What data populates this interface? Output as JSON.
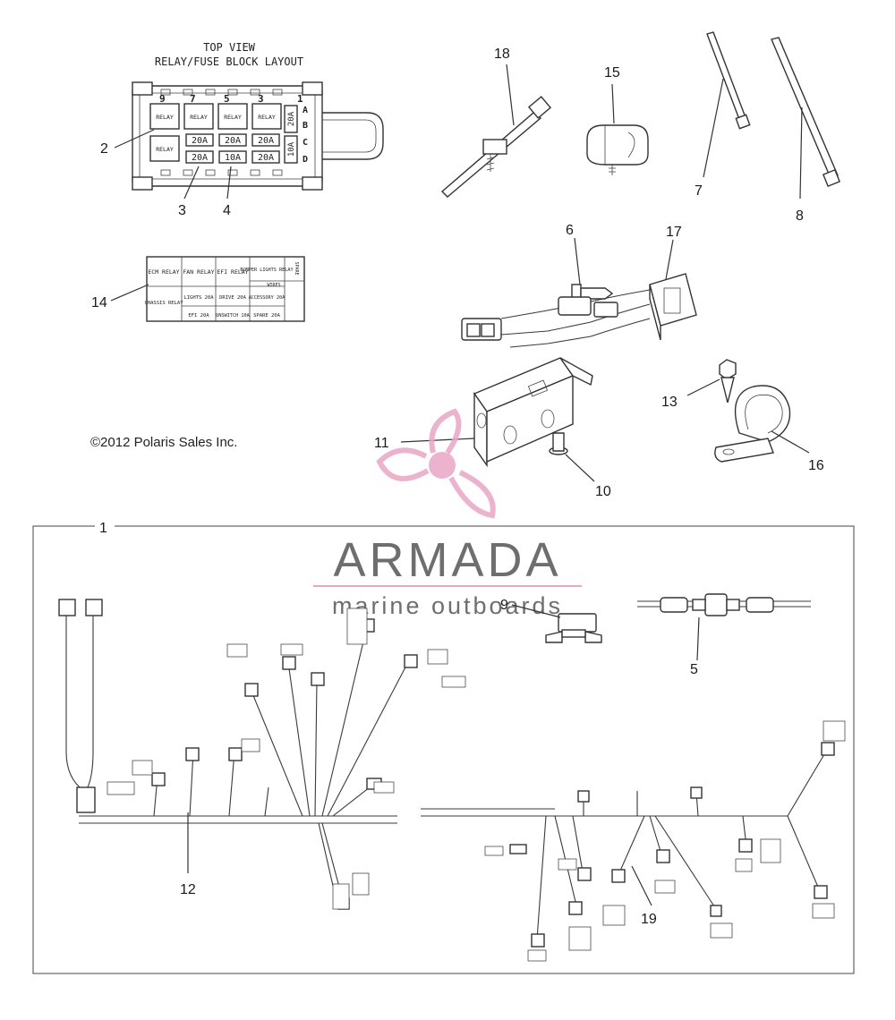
{
  "relay_block": {
    "title_line1": "TOP VIEW",
    "title_line2": "RELAY/FUSE BLOCK LAYOUT",
    "top_numbers": [
      "9",
      "7",
      "5",
      "3",
      "1"
    ],
    "side_letters": [
      "A",
      "B",
      "C",
      "D"
    ],
    "relay_label": "RELAY",
    "fuses_row1": [
      "20A",
      "20A",
      "20A"
    ],
    "fuses_row2": [
      "20A",
      "10A",
      "20A"
    ],
    "side_fuses": [
      "20A",
      "10A"
    ]
  },
  "legend_table": {
    "headers": [
      "ECM RELAY",
      "FAN RELAY",
      "EFI RELAY",
      "BUMPER LIGHTS RELAY"
    ],
    "row_a": [
      "CHASSIS RELAY",
      "LIGHTS 20A",
      "DRIVE 20A",
      "ACCESSORY 20A"
    ],
    "row_b": [
      "",
      "EFI 20A",
      "UNSWITCH 10A",
      "SPARE 20A"
    ],
    "wires_label": "WIRES",
    "side_label": "SPARE"
  },
  "callouts": {
    "c1": "1",
    "c2": "2",
    "c3": "3",
    "c4": "4",
    "c5": "5",
    "c6": "6",
    "c7": "7",
    "c8": "8",
    "c9": "9",
    "c10": "10",
    "c11": "11",
    "c12": "12",
    "c13": "13",
    "c14": "14",
    "c15": "15",
    "c16": "16",
    "c17": "17",
    "c18": "18",
    "c19": "19"
  },
  "copyright": "©2012 Polaris Sales Inc.",
  "watermark": {
    "brand": "ARMADA",
    "tagline": "marine outboards",
    "brand_color": "#6e6e6e",
    "accent_color": "#e8a6c6"
  }
}
